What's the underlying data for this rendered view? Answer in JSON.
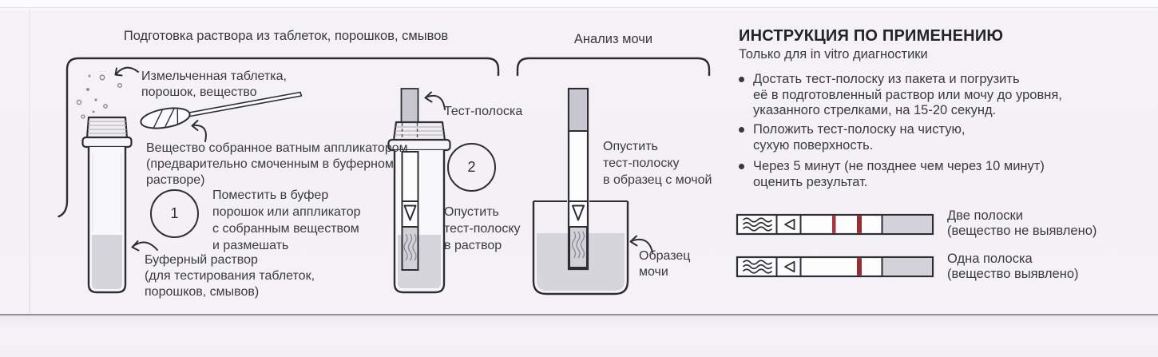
{
  "prep": {
    "title": "Подготовка раствора из таблеток, порошков, смывов",
    "label_crushed": "Измельченная таблетка,\nпорошок, вещество",
    "label_swab": "Вещество собранное ватным аппликатором\n(предварительно смоченным в буферном\nрастворе)",
    "step1": {
      "number": "1",
      "text": "Поместить в буфер\nпорошок или аппликатор\nс собранным веществом\nи размешать"
    },
    "label_buffer": "Буферный раствор\n(для тестирования таблеток,\nпорошков, смывов)",
    "label_strip": "Тест-полоска",
    "step2": {
      "number": "2",
      "text": "Опустить\nтест-полоску\nв раствор"
    }
  },
  "urine": {
    "title": "Анализ мочи",
    "label_dip": "Опустить\nтест-полоску\nв образец с мочой",
    "label_sample": "Образец\nмочи"
  },
  "instructions": {
    "title": "ИНСТРУКЦИЯ ПО ПРИМЕНЕНИЮ",
    "subtitle": "Только для in vitro диагностики",
    "bullets": [
      "Достать тест-полоску из пакета и погрузить\nеё в подготовленный раствор или мочу до уровня,\nуказанного стрелками, на 15-20 секунд.",
      "Положить тест-полоску на чистую,\nсухую поверхность.",
      "Через 5 минут (не позднее чем через 10 минут)\nоценить результат."
    ],
    "results": [
      {
        "label": "Две полоски\n(вещество не выявлено)",
        "red_lines": 2
      },
      {
        "label": "Одна полоска\n(вещество выявлено)",
        "red_lines": 1
      }
    ]
  },
  "colors": {
    "line": "#2e2e32",
    "text": "#3a3a3e",
    "red_line": "#aa3339",
    "red_line_dark": "#992c34",
    "gray_fill": "#d7d5dc",
    "strip_gray": "#c8c6ce",
    "pad_gray": "#d3d1d9"
  }
}
